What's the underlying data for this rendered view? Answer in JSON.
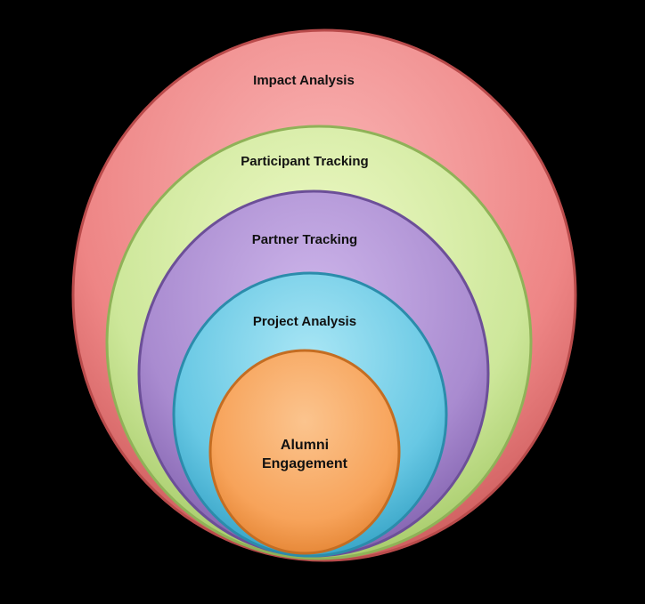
{
  "diagram": {
    "layers": [
      {
        "label": "Impact Analysis",
        "color": "#f08080"
      },
      {
        "label": "Participant Tracking",
        "color": "#cfe89a"
      },
      {
        "label": "Partner Tracking",
        "color": "#a98bd0"
      },
      {
        "label": "Project Analysis",
        "color": "#68c8e4"
      }
    ],
    "core": {
      "line1": "Alumni",
      "line2": "Engagement",
      "color": "#f7a35a"
    }
  }
}
